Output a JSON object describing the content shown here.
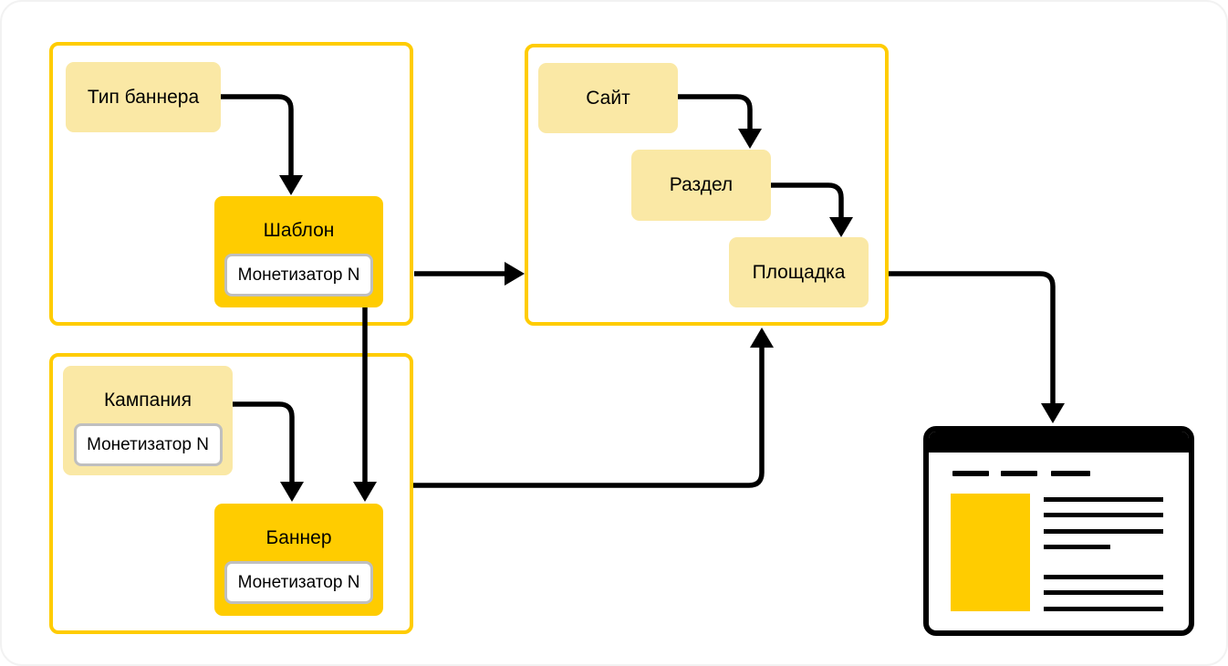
{
  "colors": {
    "accent_yellow": "#FFCC00",
    "light_yellow": "#FAE8A5",
    "line_black": "#000000",
    "monetizer_border_gray": "#BFBFBF",
    "background": "#FFFFFF"
  },
  "nodes": {
    "banner_type": {
      "label": "Тип баннера"
    },
    "template": {
      "label": "Шаблон",
      "monetizer": "Монетизатор N"
    },
    "campaign": {
      "label": "Кампания",
      "monetizer": "Монетизатор N"
    },
    "banner": {
      "label": "Баннер",
      "monetizer": "Монетизатор N"
    },
    "site": {
      "label": "Сайт"
    },
    "section": {
      "label": "Раздел"
    },
    "placement": {
      "label": "Площадка"
    }
  },
  "icons": {
    "webpage": "webpage-icon"
  },
  "edges": [
    {
      "from": "banner_type",
      "to": "template"
    },
    {
      "from": "template",
      "to": "banner"
    },
    {
      "from": "campaign",
      "to": "banner"
    },
    {
      "from": "banner_template_group",
      "to": "site_group"
    },
    {
      "from": "site",
      "to": "section"
    },
    {
      "from": "section",
      "to": "placement"
    },
    {
      "from": "campaign_banner_group",
      "to": "site_group"
    },
    {
      "from": "site_group",
      "to": "webpage"
    }
  ]
}
